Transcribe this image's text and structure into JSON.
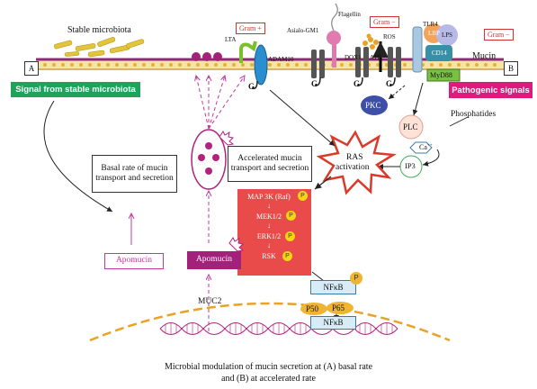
{
  "labels": {
    "stable_microbiota": "Stable microbiota",
    "lta": "LTA",
    "adam10": "ADAM10",
    "asialo_gm1": "Asialo-GM1",
    "flagellin": "Flagellin",
    "dox1": "DOX1",
    "atp": "ATP",
    "ros": "ROS",
    "tlr4": "TLR4",
    "lbp": "LBP",
    "lps": "LPS",
    "cd14": "CD14",
    "mucin": "Mucin",
    "myd88": "MyD88",
    "g": "G",
    "phosphatides": "Phosphatides",
    "plc": "PLC",
    "ca": "Ca",
    "ca_sup": "++",
    "ip3": "IP3",
    "pkc": "PKC",
    "ras_line1": "RAS",
    "ras_line2": "activation",
    "nfkb": "NFκB",
    "p50": "P50",
    "p65": "P65",
    "p": "P",
    "muc2": "MUC2",
    "apomucin": "Apomucin",
    "apomucin_accel": "Apomucin"
  },
  "gram": {
    "positive": "Gram +",
    "negative1": "Gram −",
    "negative2": "Gram −"
  },
  "membrane": {
    "left_label": "A",
    "right_label": "B",
    "signal_left": "Signal from stable microbiota",
    "signal_right": "Pathogenic signals"
  },
  "boxes": {
    "basal": "Basal rate of mucin transport and secretion",
    "accelerated": "Accelerated mucin transport and secretion"
  },
  "mapk": {
    "step1": "MAP 3K (Raf)",
    "step2": "MEK1/2",
    "step3": "ERK1/2",
    "step4": "RSK",
    "arrow": "↓"
  },
  "caption": {
    "line1": "Microbial modulation of mucin secretion at (A) basal rate",
    "line2": "and (B) at accelerated rate"
  },
  "colors": {
    "membrane": "#8e2a7a",
    "green": "#1fa35a",
    "pink": "#e0197d",
    "red_box": "#e94a4a",
    "magenta": "#b0237f",
    "yellow": "#e6c93a",
    "orange": "#e8a224"
  }
}
